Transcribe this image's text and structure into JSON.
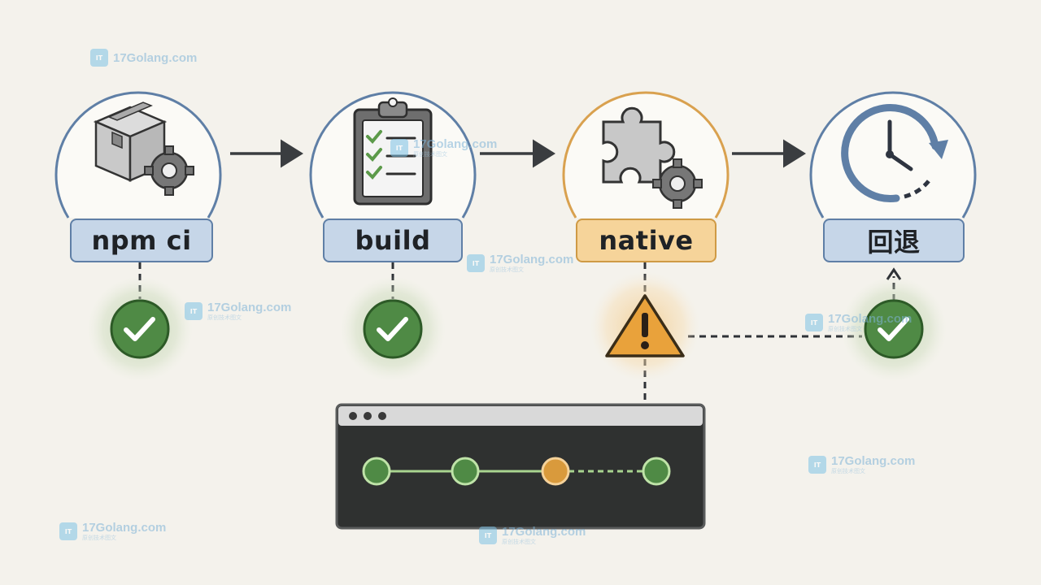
{
  "steps": [
    {
      "label": "npm ci",
      "icon": "package-gear-icon",
      "status": "success"
    },
    {
      "label": "build",
      "icon": "clipboard-checklist-icon",
      "status": "success"
    },
    {
      "label": "native",
      "icon": "puzzle-gear-icon",
      "status": "warning"
    },
    {
      "label": "回退",
      "icon": "clock-rewind-icon",
      "status": "success"
    }
  ],
  "watermark": {
    "text": "17Golang.com",
    "subtext": "原创技术图文",
    "logo": "IT"
  },
  "colors": {
    "blue_ring": "#5f7fa6",
    "label_blue": "#c6d6e8",
    "label_orange": "#f6d49a",
    "orange_ring": "#d9a14f",
    "success_green": "#4f8a45",
    "warning_orange": "#e9a23b",
    "terminal_bg": "#2f3130",
    "background": "#f4f2ec"
  },
  "terminal": {
    "nodes": [
      "success",
      "success",
      "warning",
      "success"
    ]
  }
}
